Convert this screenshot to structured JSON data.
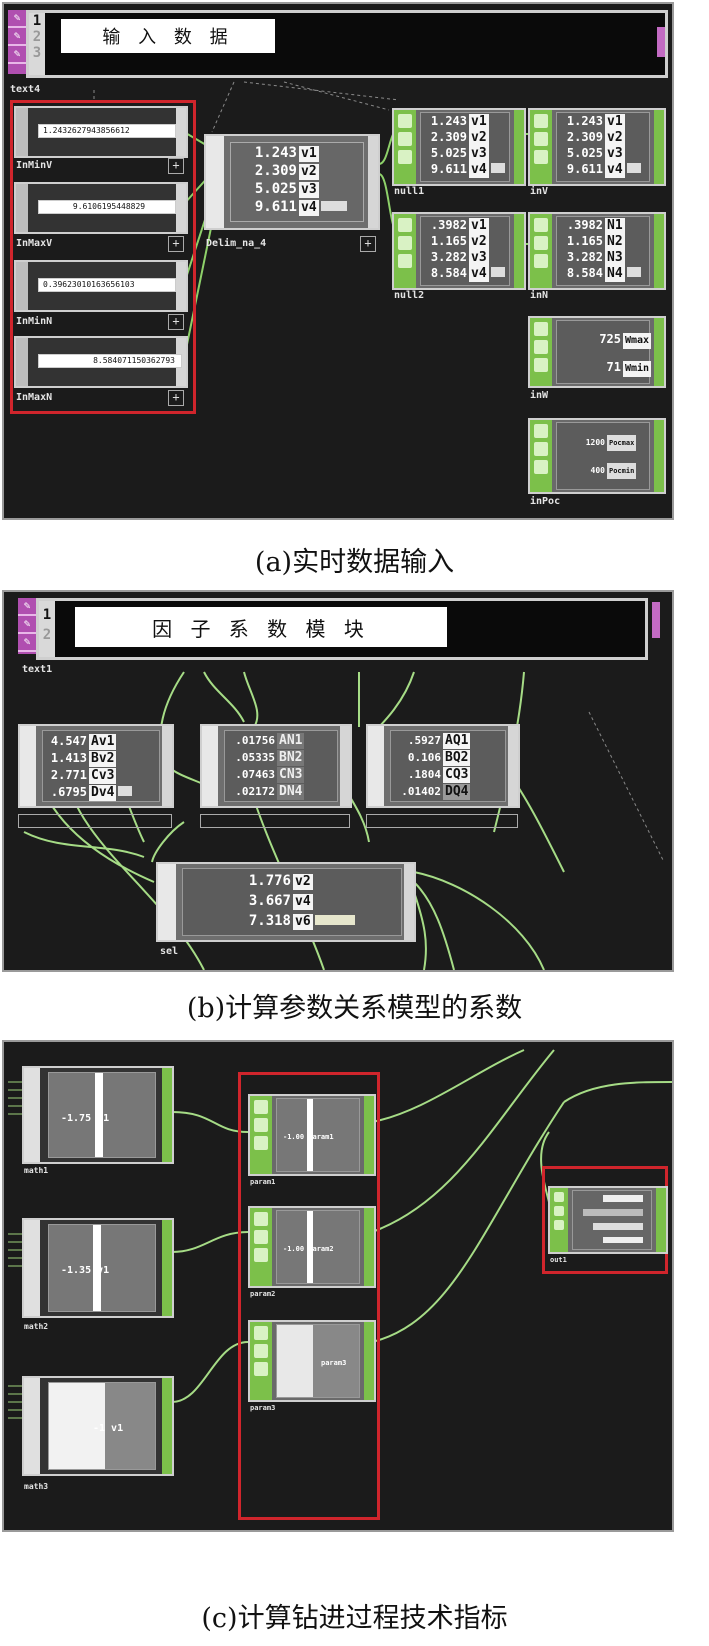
{
  "panel_a": {
    "title": "输 入 数 据",
    "row_numbers": [
      "1",
      "2",
      "3"
    ],
    "top_op_label": "text4",
    "inputs": [
      {
        "label": "InMinV",
        "value": "1.2432627943856612"
      },
      {
        "label": "InMaxV",
        "value": "9.6106195448829"
      },
      {
        "label": "InMinN",
        "value": "0.39623010163656103"
      },
      {
        "label": "InMaxN",
        "value": "8.584071150362793"
      }
    ],
    "delim": {
      "label": "Delim_na_4",
      "rows": [
        {
          "value": "1.243",
          "tag": "v1"
        },
        {
          "value": "2.309",
          "tag": "v2"
        },
        {
          "value": "5.025",
          "tag": "v3"
        },
        {
          "value": "9.611",
          "tag": "v4"
        }
      ]
    },
    "null1": {
      "label": "null1",
      "rows": [
        {
          "value": "1.243",
          "tag": "v1"
        },
        {
          "value": "2.309",
          "tag": "v2"
        },
        {
          "value": "5.025",
          "tag": "v3"
        },
        {
          "value": "9.611",
          "tag": "v4"
        }
      ]
    },
    "inV": {
      "label": "inV",
      "rows": [
        {
          "value": "1.243",
          "tag": "v1"
        },
        {
          "value": "2.309",
          "tag": "v2"
        },
        {
          "value": "5.025",
          "tag": "v3"
        },
        {
          "value": "9.611",
          "tag": "v4"
        }
      ]
    },
    "null2": {
      "label": "null2",
      "rows": [
        {
          "value": ".3982",
          "tag": "v1"
        },
        {
          "value": "1.165",
          "tag": "v2"
        },
        {
          "value": "3.282",
          "tag": "v3"
        },
        {
          "value": "8.584",
          "tag": "v4"
        }
      ]
    },
    "inN": {
      "label": "inN",
      "rows": [
        {
          "value": ".3982",
          "tag": "N1"
        },
        {
          "value": "1.165",
          "tag": "N2"
        },
        {
          "value": "3.282",
          "tag": "N3"
        },
        {
          "value": "8.584",
          "tag": "N4"
        }
      ]
    },
    "inW": {
      "label": "inW",
      "rows": [
        {
          "value": "725",
          "tag": "Wmax"
        },
        {
          "value": "71",
          "tag": "Wmin"
        }
      ]
    },
    "inPoc": {
      "label": "inPoc",
      "rows": [
        {
          "value": "1200",
          "tag": "Pocmax"
        },
        {
          "value": "400",
          "tag": "Pocmin"
        }
      ]
    },
    "caption": "(a)实时数据输入"
  },
  "panel_b": {
    "title": "因 子 系 数 模 块",
    "row_numbers": [
      "1",
      "2"
    ],
    "top_op_label": "text1",
    "nodes": [
      {
        "rows": [
          {
            "value": "4.547",
            "tag": "Av1"
          },
          {
            "value": "1.413",
            "tag": "Bv2"
          },
          {
            "value": "2.771",
            "tag": "Cv3"
          },
          {
            "value": ".6795",
            "tag": "Dv4"
          }
        ]
      },
      {
        "rows": [
          {
            "value": ".01756",
            "tag": "AN1"
          },
          {
            "value": ".05335",
            "tag": "BN2"
          },
          {
            "value": ".07463",
            "tag": "CN3"
          },
          {
            "value": ".02172",
            "tag": "DN4"
          }
        ]
      },
      {
        "rows": [
          {
            "value": ".5927",
            "tag": "AQ1"
          },
          {
            "value": "0.106",
            "tag": "BQ2"
          },
          {
            "value": ".1804",
            "tag": "CQ3"
          },
          {
            "value": ".01402",
            "tag": "DQ4"
          }
        ]
      }
    ],
    "result": {
      "label": "sel",
      "rows": [
        {
          "value": "1.776",
          "tag": "v2"
        },
        {
          "value": "3.667",
          "tag": "v4"
        },
        {
          "value": "7.318",
          "tag": "v6"
        }
      ]
    },
    "caption": "(b)计算参数关系模型的系数"
  },
  "panel_c": {
    "left_nodes": [
      {
        "label": "math1",
        "value": "-1.75 v1"
      },
      {
        "label": "math2",
        "value": "-1.35 v1"
      },
      {
        "label": "math3",
        "value": "-1 v1"
      }
    ],
    "mid_nodes": [
      {
        "label": "param1",
        "value": "-1.00 param1"
      },
      {
        "label": "param2",
        "value": "-1.00 param2"
      },
      {
        "label": "param3",
        "value": "param3"
      }
    ],
    "right_node": {
      "label": "out1"
    },
    "caption": "(c)计算钻进过程技术指标"
  }
}
